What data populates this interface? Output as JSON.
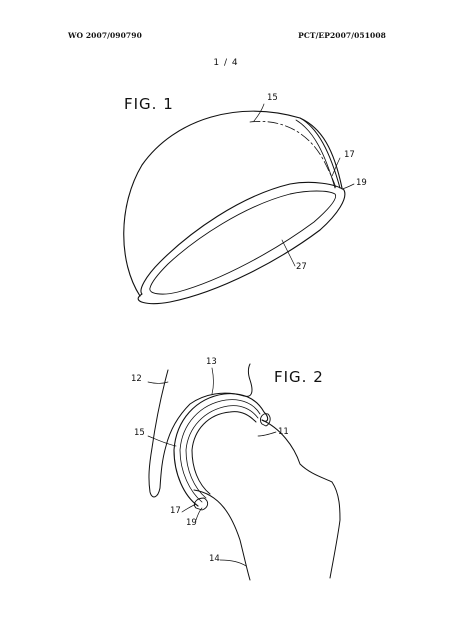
{
  "header": {
    "left": "WO 2007/090790",
    "right": "PCT/EP2007/051008"
  },
  "page_number": "1 / 4",
  "figure1": {
    "title": "FIG. 1",
    "labels": {
      "r15": "15",
      "r17": "17",
      "r19": "19",
      "r27": "27"
    }
  },
  "figure2": {
    "title": "FIG. 2",
    "labels": {
      "r12": "12",
      "r13": "13",
      "r15": "15",
      "r11": "11",
      "r17": "17",
      "r19": "19",
      "r14": "14"
    }
  },
  "colors": {
    "ink": "#111111",
    "paper": "#ffffff"
  }
}
